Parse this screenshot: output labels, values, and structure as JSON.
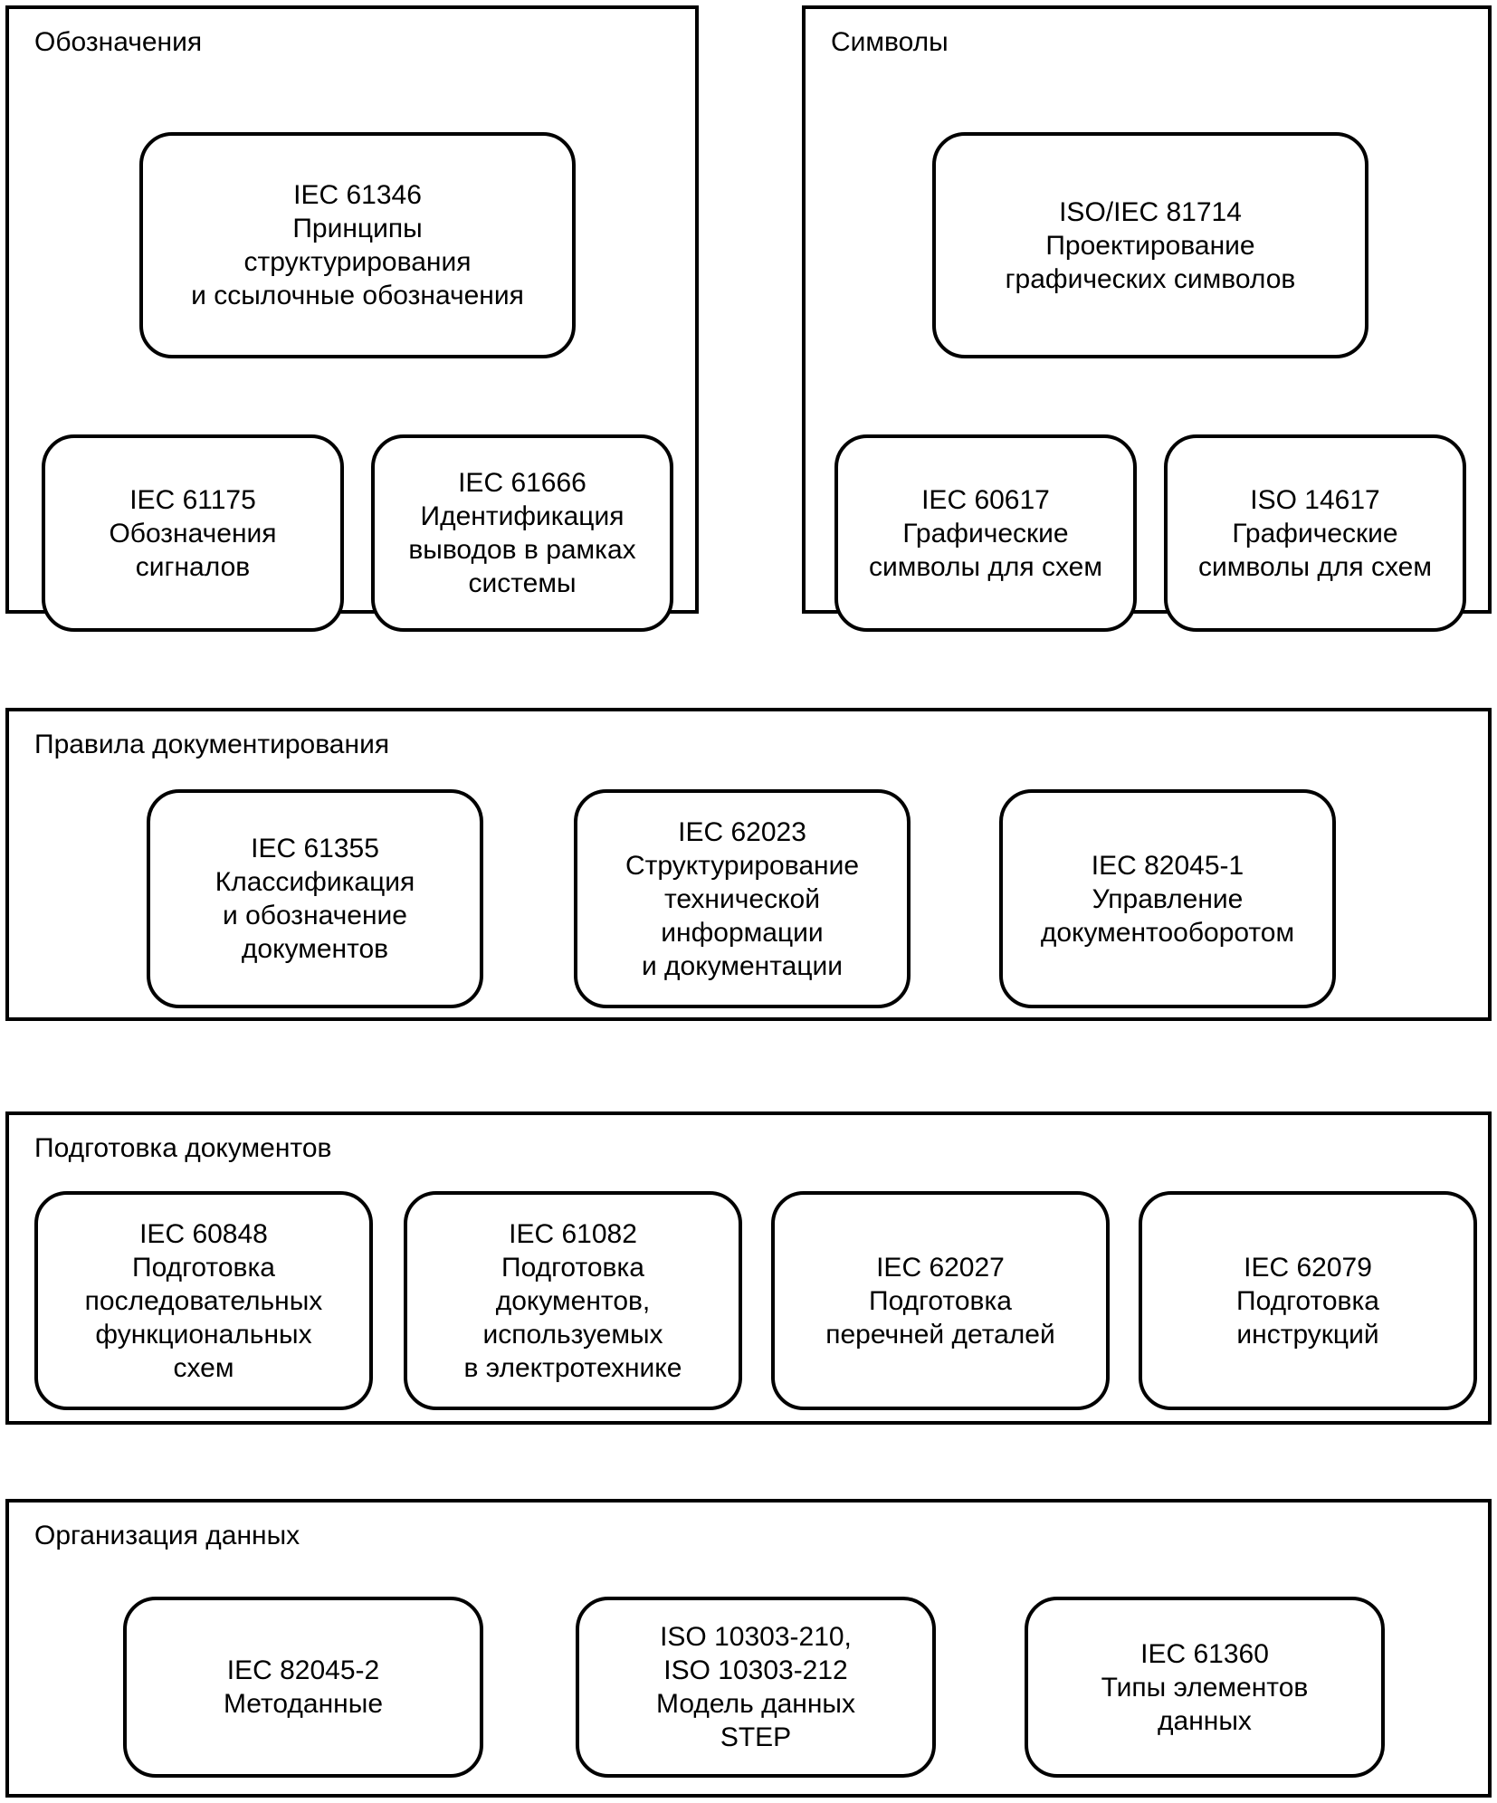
{
  "groups": {
    "designations": {
      "title": "Обозначения",
      "boxes": [
        "IEC 61346\nПринципы\nструктурирования\nи ссылочные обозначения",
        "IEC 61175\nОбозначения\nсигналов",
        "IEC 61666\nИдентификация\nвыводов в рамках\nсистемы"
      ]
    },
    "symbols": {
      "title": "Символы",
      "boxes": [
        "ISO/IEC 81714\nПроектирование\nграфических символов",
        "IEC 60617\nГрафические\nсимволы для схем",
        "ISO 14617\nГрафические\nсимволы для схем"
      ]
    },
    "documentation_rules": {
      "title": "Правила документирования",
      "boxes": [
        "IEC 61355\nКлассификация\nи обозначение\nдокументов",
        "IEC 62023\nСтруктурирование\nтехнической\nинформации\nи документации",
        "IEC 82045-1\nУправление\nдокументооборотом"
      ]
    },
    "document_preparation": {
      "title": "Подготовка документов",
      "boxes": [
        "IEC 60848\nПодготовка\nпоследовательных\nфункциональных\nсхем",
        "IEC 61082\nПодготовка\nдокументов,\nиспользуемых\nв электротехнике",
        "IEC 62027\nПодготовка\nперечней деталей",
        "IEC 62079\nПодготовка\nинструкций"
      ]
    },
    "data_organization": {
      "title": "Организация данных",
      "boxes": [
        "IEC 82045-2\nМетоданные",
        "ISO 10303-210,\nISO 10303-212\nМодель данных\nSTEP",
        "IEC 61360\nТипы элементов\nданных"
      ]
    }
  }
}
